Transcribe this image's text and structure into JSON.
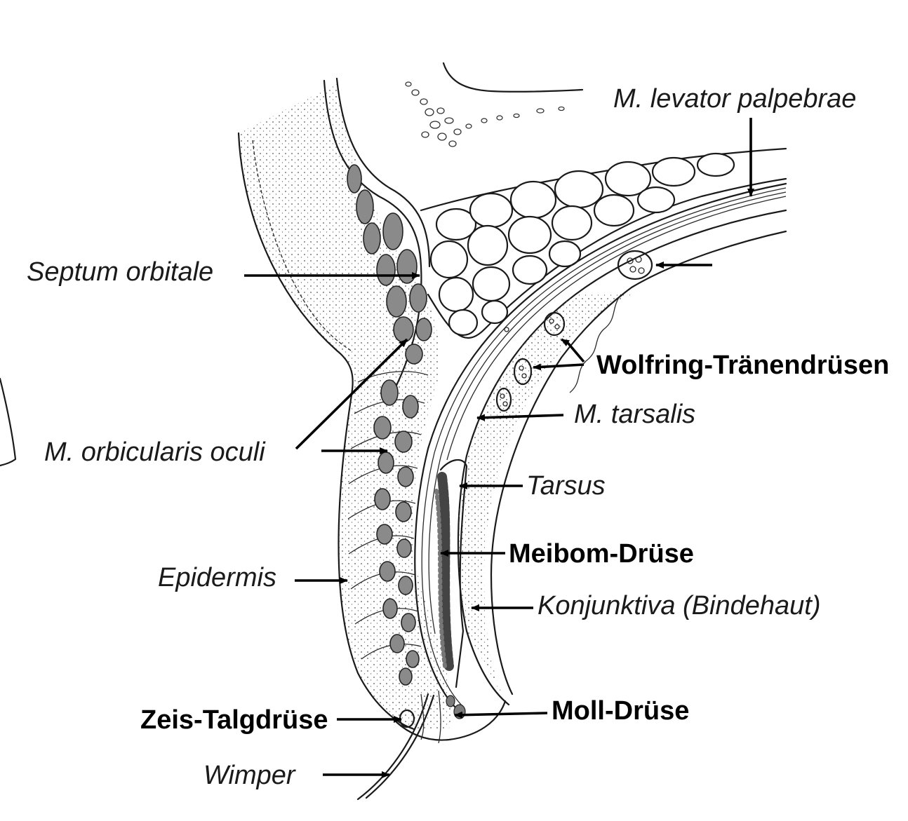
{
  "labels": {
    "levator": "M. levator palpebrae",
    "septum": "Septum orbitale",
    "wolfring": "Wolfring-Tränendrüsen",
    "tarsalis": "M. tarsalis",
    "orbicularis_pre": "M. orbicularis ",
    "orbicularis_post": "oculi",
    "tarsus": "Tarsus",
    "meibom": "Meibom-Drüse",
    "epidermis": "Epidermis",
    "konjunktiva": "Konjunktiva (Bindehaut)",
    "zeis": "Zeis-Talgdrüse",
    "moll": "Moll-Drüse",
    "wimper": "Wimper"
  }
}
